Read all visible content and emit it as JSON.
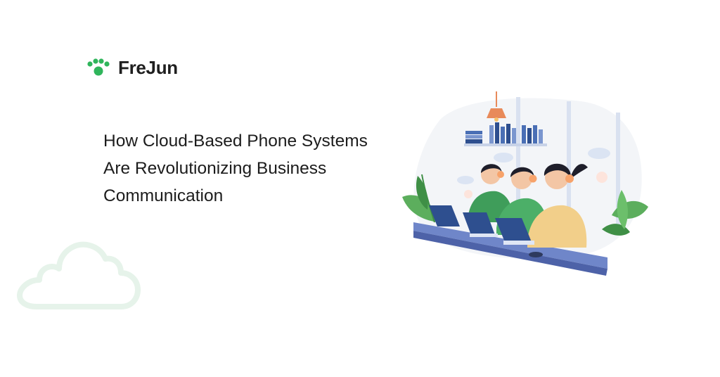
{
  "brand": {
    "name": "FreJun",
    "icon": "paw-dots-icon",
    "accent_color": "#2fb55b"
  },
  "headline": {
    "lines": [
      "How Cloud-Based Phone Systems",
      "Are Revolutionizing Business",
      "Communication"
    ]
  },
  "decorations": {
    "cloud": "cloud-outline-icon",
    "cloud_color": "#e6f3ea",
    "illustration": "call-center-agents-illustration"
  }
}
